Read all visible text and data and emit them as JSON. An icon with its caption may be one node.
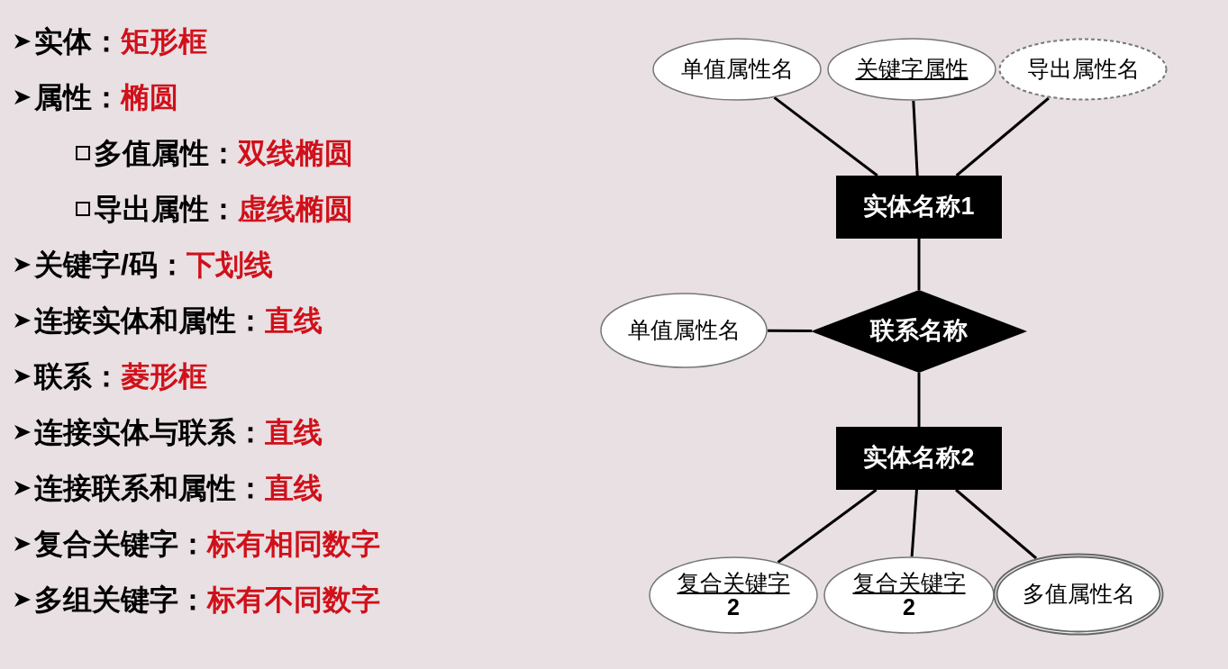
{
  "diagram": {
    "nodes": [
      {
        "text": [
          "单值属性名"
        ]
      },
      {
        "text": [
          "关键字属性"
        ]
      },
      {
        "text": [
          "导出属性名"
        ]
      },
      {
        "text": [
          "实体名称1"
        ]
      },
      {
        "text": [
          "单值属性名"
        ]
      },
      {
        "text": [
          "联系名称"
        ]
      },
      {
        "text": [
          "实体名称2"
        ]
      },
      {
        "text": [
          "复合关键字",
          "2"
        ]
      },
      {
        "text": [
          "复合关键字",
          "2"
        ]
      },
      {
        "text": [
          "多值属性名"
        ]
      }
    ],
    "edges": [
      {
        "from": 0,
        "to": 3,
        "arrow": "none"
      },
      {
        "from": 1,
        "to": 3,
        "arrow": "none"
      },
      {
        "from": 2,
        "to": 3,
        "arrow": "none"
      },
      {
        "from": 3,
        "to": 5,
        "arrow": "none"
      },
      {
        "from": 4,
        "to": 5,
        "arrow": "none"
      },
      {
        "from": 5,
        "to": 6,
        "arrow": "none"
      },
      {
        "from": 6,
        "to": 7,
        "arrow": "none"
      },
      {
        "from": 6,
        "to": 8,
        "arrow": "none"
      },
      {
        "from": 6,
        "to": 9,
        "arrow": "none"
      }
    ],
    "labels": [
      "实体：",
      "矩形框",
      "属性：",
      "椭圆",
      "多值属性：",
      "双线椭圆",
      "导出属性：",
      "虚线椭圆",
      "关键字/码：",
      "下划线",
      "连接实体和属性：",
      "直线",
      "联系：",
      "菱形框",
      "连接实体与联系：",
      "直线",
      "连接联系和属性：",
      "直线",
      "复合关键字：",
      "标有相同数字",
      "多组关键字：",
      "标有不同数字"
    ]
  }
}
